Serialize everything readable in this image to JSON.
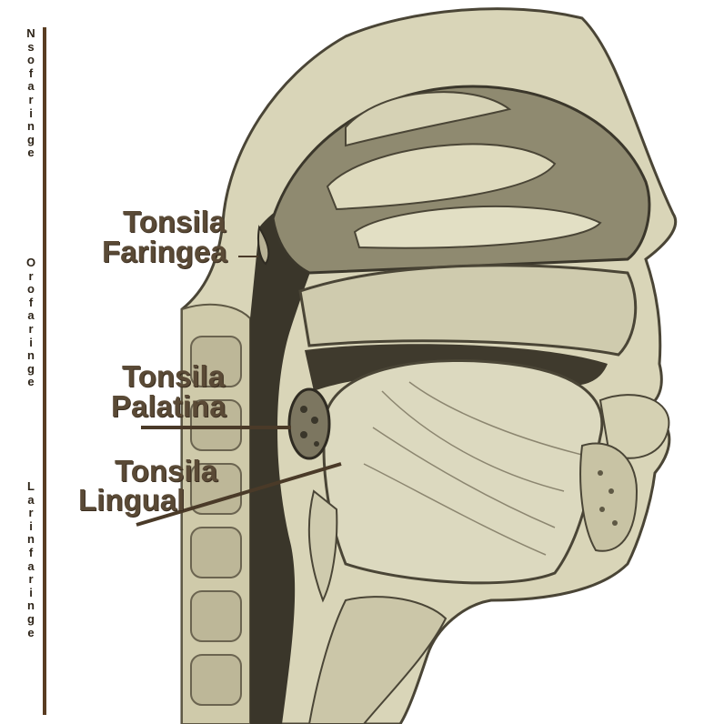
{
  "regions": {
    "nasopharynx": "Nsofaringe",
    "oropharynx": "Orofaringe",
    "laryngopharynx": "Larinfaringe"
  },
  "labels": {
    "pharyngeal": {
      "line1": "Tonsila",
      "line2": "Faringea"
    },
    "palatine": {
      "line1": "Tonsila",
      "line2": "Palatina"
    },
    "lingual": {
      "line1": "Tonsila",
      "line2": "Lingual"
    }
  },
  "colors": {
    "label_text": "#5a4a36",
    "leader_line": "#4a3a28",
    "divider": "#5a3d22",
    "tissue": "#d9d5b8",
    "tissue_shadow": "#5e5844",
    "airway": "#3a362a"
  }
}
